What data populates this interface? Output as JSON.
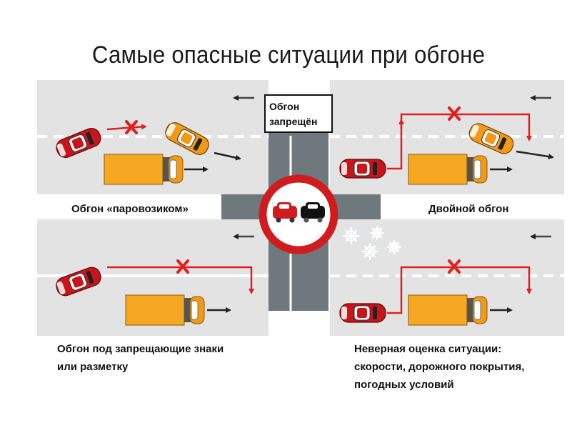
{
  "title": "Самые опасные ситуации при обгоне",
  "sign": {
    "line1": "Обгон",
    "line2": "запрещён"
  },
  "panels": {
    "top_left": "Обгон «паровозиком»",
    "top_right": "Двойной обгон",
    "bottom_left": [
      "Обгон под запрещающие знаки",
      "или разметку"
    ],
    "bottom_right": [
      "Неверная оценка ситуации:",
      "скорости, дорожного покрытия,",
      "погодных условий"
    ]
  },
  "colors": {
    "road": "#e3e3e3",
    "asphalt": "#6e787d",
    "truck": "#f7a823",
    "car_red": "#c8141a",
    "car_orange": "#f29a16",
    "arrow_red": "#e0201e",
    "sign_red": "#d01c1f",
    "dark_arrow": "#333333"
  }
}
